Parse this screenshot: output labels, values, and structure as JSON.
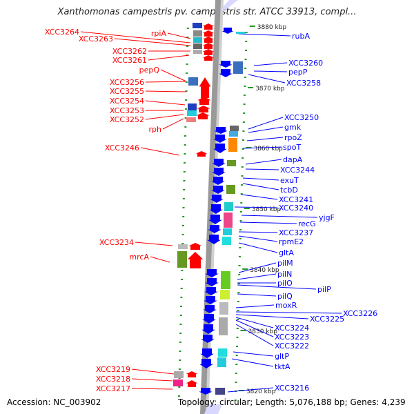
{
  "title": "Xanthomonas campestris pv. campestris str. ATCC 33913, compl...",
  "footer": {
    "accession": "Accession: NC_003902",
    "stats": "Topology: circular; Length: 5,076,188 bp; Genes: 4,239"
  },
  "colors": {
    "left_strand": "#ff0000",
    "right_strand": "#0000ff",
    "tick": "#229922",
    "backbone": "#999999"
  },
  "scale_labels": [
    "3880 kbp",
    "3870 kbp",
    "3860 kbp",
    "3850 kbp",
    "3840 kbp",
    "3830 kbp",
    "3820 kbp"
  ],
  "left_genes": [
    "XCC3264",
    "XCC3263",
    "rpiA",
    "XCC3262",
    "XCC3261",
    "pepQ",
    "XCC3256",
    "XCC3255",
    "XCC3254",
    "XCC3253",
    "XCC3252",
    "rph",
    "XCC3246",
    "XCC3234",
    "mrcA",
    "XCC3219",
    "XCC3218",
    "XCC3217"
  ],
  "right_genes": [
    "rubA",
    "XCC3260",
    "pepP",
    "XCC3258",
    "XCC3250",
    "gmk",
    "rpoZ",
    "spoT",
    "dapA",
    "XCC3244",
    "exuT",
    "tcbD",
    "XCC3241",
    "XCC3240",
    "yjgF",
    "recG",
    "XCC3237",
    "rpmE2",
    "gltA",
    "pilM",
    "pilN",
    "pilO",
    "pilP",
    "pilQ",
    "moxR",
    "XCC3226",
    "XCC3225",
    "XCC3224",
    "XCC3223",
    "XCC3222",
    "gltP",
    "tktA",
    "XCC3216"
  ]
}
